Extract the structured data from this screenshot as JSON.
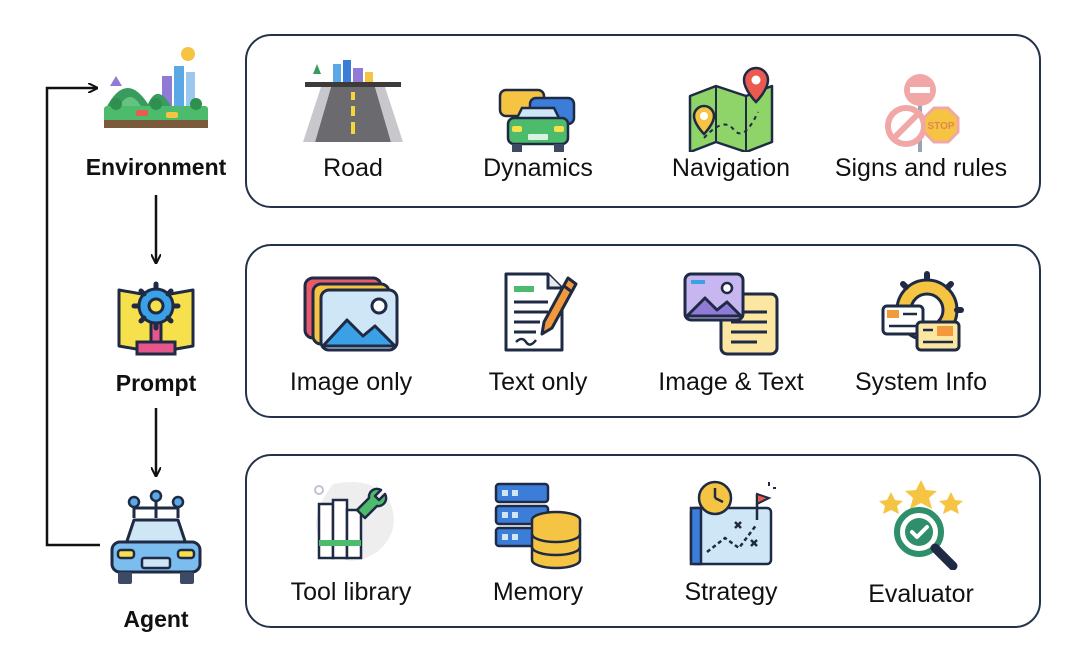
{
  "stages": {
    "environment": {
      "label": "Environment",
      "icon": "city-landscape-icon"
    },
    "prompt": {
      "label": "Prompt",
      "icon": "gear-book-icon"
    },
    "agent": {
      "label": "Agent",
      "icon": "robot-car-icon"
    }
  },
  "panels": {
    "environment": [
      {
        "label": "Road",
        "icon": "road-icon"
      },
      {
        "label": "Dynamics",
        "icon": "traffic-cars-icon"
      },
      {
        "label": "Navigation",
        "icon": "map-pin-icon"
      },
      {
        "label": "Signs and rules",
        "icon": "traffic-signs-icon"
      }
    ],
    "prompt": [
      {
        "label": "Image only",
        "icon": "image-stack-icon"
      },
      {
        "label": "Text only",
        "icon": "document-pen-icon"
      },
      {
        "label": "Image & Text",
        "icon": "image-text-icon"
      },
      {
        "label": "System Info",
        "icon": "system-info-icon"
      }
    ],
    "agent": [
      {
        "label": "Tool library",
        "icon": "tool-library-icon"
      },
      {
        "label": "Memory",
        "icon": "database-icon"
      },
      {
        "label": "Strategy",
        "icon": "strategy-board-icon"
      },
      {
        "label": "Evaluator",
        "icon": "evaluator-magnifier-icon"
      }
    ]
  },
  "colors": {
    "panel_border": "#23324a",
    "outline": "#1f2a44",
    "accent_blue": "#5aa9e6",
    "accent_yellow": "#f6c443",
    "accent_green": "#4cbb6b",
    "accent_red": "#ea5a4f",
    "accent_purple": "#8f7bd6"
  }
}
